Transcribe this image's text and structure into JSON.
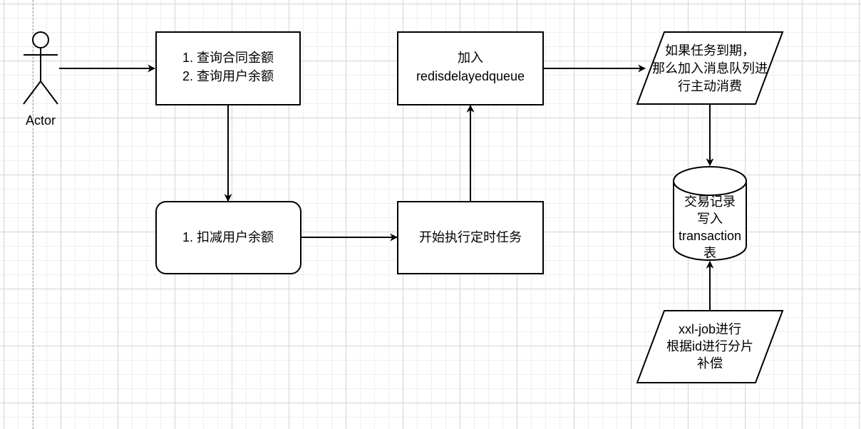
{
  "colors": {
    "stroke": "#000000",
    "fill": "#ffffff",
    "grid_major": "#d4d4d4",
    "grid_minor": "#efefef"
  },
  "actor": {
    "label": "Actor"
  },
  "nodes": {
    "query": {
      "shape": "rectangle",
      "lines": [
        "1. 查询合同金额",
        "2. 查询用户余额"
      ]
    },
    "deduct": {
      "shape": "rounded-rectangle",
      "lines": [
        "1. 扣减用户余额"
      ]
    },
    "start_task": {
      "shape": "rectangle",
      "lines": [
        "开始执行定时任务"
      ]
    },
    "add_queue": {
      "shape": "rectangle",
      "lines": [
        "加入",
        "redisdelayedqueue"
      ]
    },
    "expire": {
      "shape": "parallelogram",
      "lines": [
        "如果任务到期，",
        "那么加入消息队列进",
        "行主动消费"
      ]
    },
    "db": {
      "shape": "cylinder",
      "lines": [
        "交易记录",
        "写入",
        "transaction",
        "表"
      ]
    },
    "xxljob": {
      "shape": "parallelogram",
      "lines": [
        "xxl-job进行",
        "根据id进行分片",
        "补偿"
      ]
    }
  }
}
